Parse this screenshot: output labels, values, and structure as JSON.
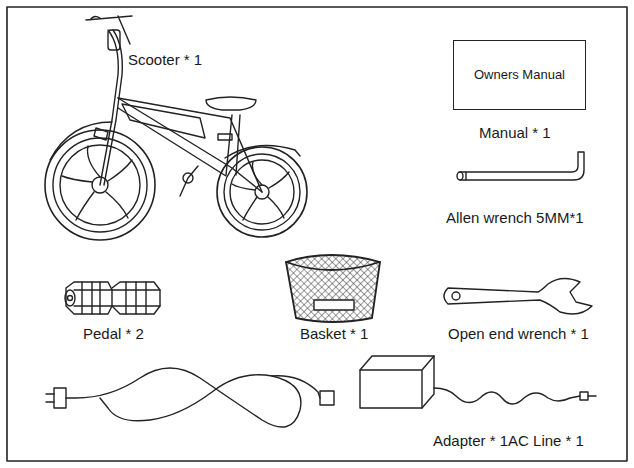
{
  "diagram": {
    "nodes": [
      {
        "text": [
          "Owners Manual"
        ]
      }
    ],
    "labels": [
      "Scooter * 1",
      "Manual * 1",
      "Allen wrench 5MM*1",
      "Pedal * 2",
      "Basket * 1",
      "Open end wrench * 1",
      "Adapter * 1AC Line * 1"
    ]
  }
}
